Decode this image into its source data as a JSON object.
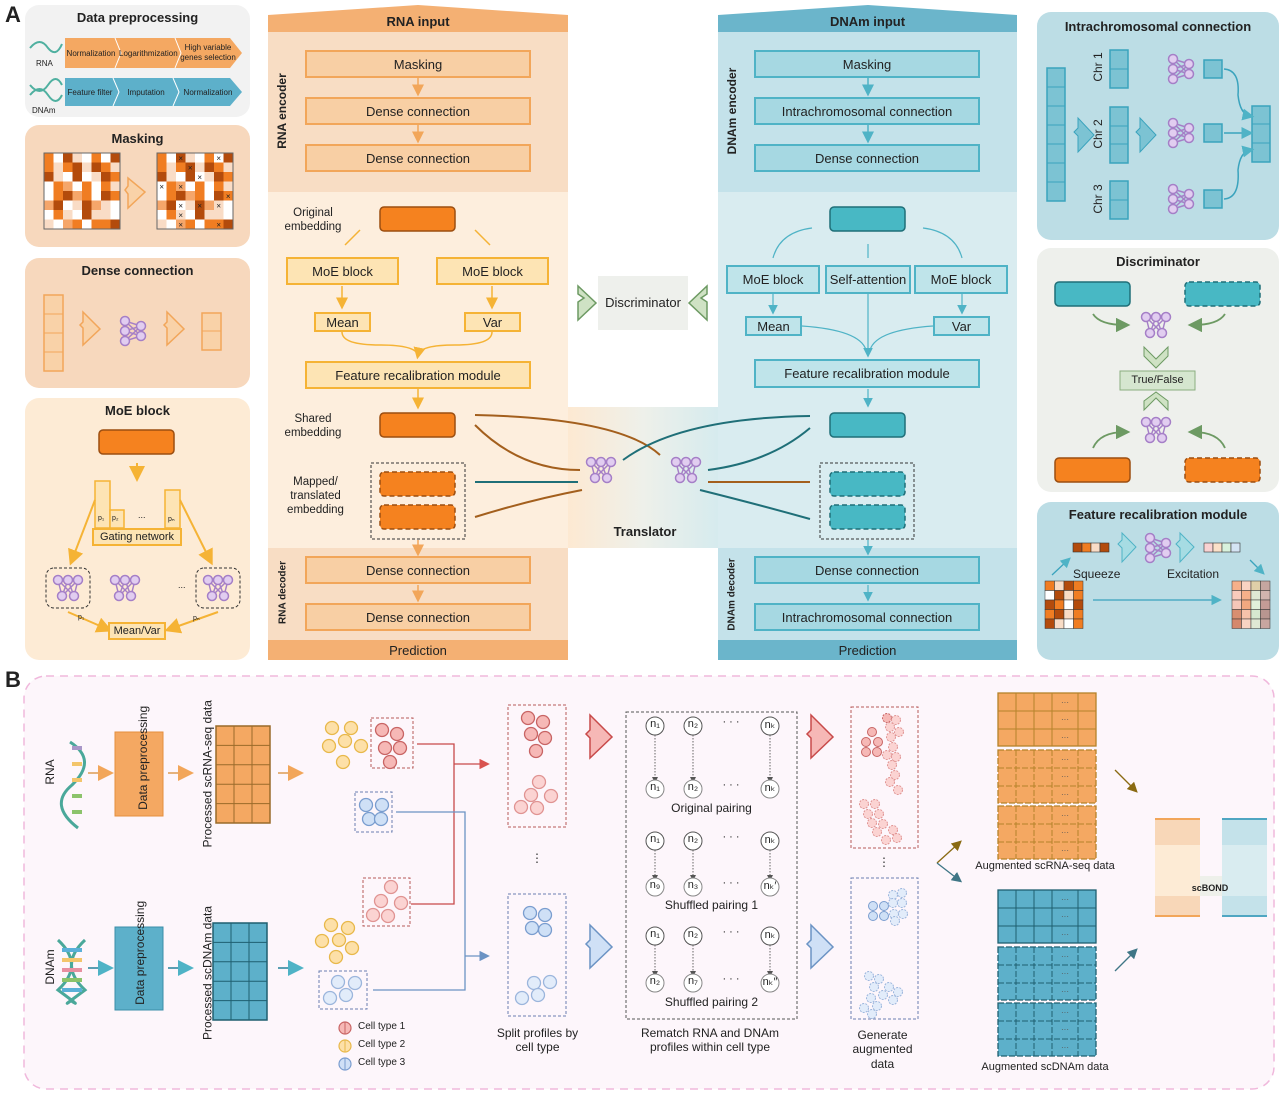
{
  "panels": {
    "a": "A",
    "b": "B"
  },
  "preprocessing": {
    "title": "Data preprocessing",
    "rna_label": "RNA",
    "dnam_label": "DNAm",
    "rna_steps": [
      "Normalization",
      "Logarithmization",
      "High variable genes selection"
    ],
    "dnam_steps": [
      "Feature filter",
      "Imputation",
      "Normalization"
    ]
  },
  "masking_card": {
    "title": "Masking"
  },
  "dense_card": {
    "title": "Dense connection"
  },
  "moe_card": {
    "title": "MoE block",
    "gating": "Gating network",
    "p1": "p₁",
    "p2": "p₂",
    "pn": "pₙ",
    "ellipsis": "...",
    "output": "Mean/Var"
  },
  "rna_column": {
    "header": "RNA input",
    "encoder_label": "RNA encoder",
    "encoder_steps": [
      "Masking",
      "Dense connection",
      "Dense connection"
    ],
    "original_embedding": "Original embedding",
    "moe_left": "MoE block",
    "moe_right": "MoE block",
    "mean": "Mean",
    "var": "Var",
    "frm": "Feature recalibration module",
    "shared_embedding": "Shared embedding",
    "mapped_embedding": "Mapped/ translated embedding",
    "decoder_label": "RNA decoder",
    "decoder_steps": [
      "Dense connection",
      "Dense connection"
    ],
    "footer": "Prediction"
  },
  "dnam_column": {
    "header": "DNAm input",
    "encoder_label": "DNAm encoder",
    "encoder_steps": [
      "Masking",
      "Intrachromosomal connection",
      "Dense connection"
    ],
    "moe_left": "MoE block",
    "self_attention": "Self-attention",
    "moe_right": "MoE block",
    "mean": "Mean",
    "var": "Var",
    "frm": "Feature recalibration module",
    "decoder_label": "DNAm decoder",
    "decoder_steps": [
      "Dense connection",
      "Intrachromosomal connection"
    ],
    "footer": "Prediction"
  },
  "center": {
    "discriminator": "Discriminator",
    "translator": "Translator"
  },
  "intra_card": {
    "title": "Intrachromosomal connection",
    "chr": [
      "Chr 1",
      "Chr 2",
      "Chr 3"
    ]
  },
  "disc_card": {
    "title": "Discriminator",
    "output": "True/False"
  },
  "frm_card": {
    "title": "Feature recalibration module",
    "squeeze": "Squeeze",
    "excitation": "Excitation"
  },
  "panel_b": {
    "rna_label": "RNA",
    "dnam_label": "DNAm",
    "preprocess": "Data preprocessing",
    "processed_rna": "Processed scRNA-seq data",
    "processed_dnam": "Processed scDNAm data",
    "legend": [
      "Cell type 1",
      "Cell type 2",
      "Cell type 3"
    ],
    "split_caption": "Split profiles by cell type",
    "pairings": [
      {
        "top": [
          "n₁",
          "n₂",
          "nₖ"
        ],
        "bottom": [
          "n₁",
          "n₂",
          "nₖ"
        ],
        "caption": "Original pairing"
      },
      {
        "top": [
          "n₁",
          "n₂",
          "nₖ"
        ],
        "bottom": [
          "n₉",
          "n₃",
          "nₖ′"
        ],
        "caption": "Shuffled pairing 1"
      },
      {
        "top": [
          "n₁",
          "n₂",
          "nₖ"
        ],
        "bottom": [
          "n₂",
          "n₇",
          "nₖ″"
        ],
        "caption": "Shuffled pairing 2"
      }
    ],
    "ellipsis": "· · ·",
    "rematch_caption": "Rematch RNA and DNAm profiles within cell type",
    "generate_caption": "Generate augmented data",
    "aug_rna": "Augmented scRNA-seq data",
    "aug_dnam": "Augmented scDNAm data",
    "model": "scBOND"
  },
  "colors": {
    "orange": "#f08a1c",
    "orange_light": "#f8cfa4",
    "teal": "#4ab8c4",
    "teal_light": "#bfe1e8",
    "purple": "#a57fc7",
    "green": "#6d9a63",
    "red": "#d9706e",
    "blue": "#7aa4d0",
    "brown": "#a35f1d",
    "dark_teal": "#1f6f78"
  }
}
